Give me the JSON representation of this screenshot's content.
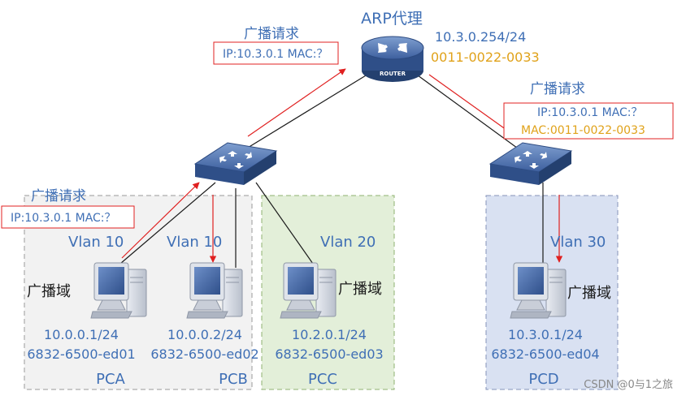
{
  "router": {
    "title": "ARP代理",
    "ip": "10.3.0.254/24",
    "mac": "0011-0022-0033",
    "label": "ROUTER"
  },
  "callouts": [
    {
      "heading": "广播请求",
      "line1": "IP:10.3.0.1 MAC:？",
      "line2": ""
    },
    {
      "heading": "广播请求",
      "line1": "IP:10.3.0.1 MAC:？",
      "line2": "MAC:0011-0022-0033"
    },
    {
      "heading": "广播请求",
      "line1": "IP:10.3.0.1 MAC:？",
      "line2": ""
    }
  ],
  "zones": [
    {
      "vlan": "Vlan 10",
      "domain": "广播域"
    },
    {
      "vlan": "Vlan 10"
    },
    {
      "vlan": "Vlan 20",
      "domain": "广播域"
    },
    {
      "vlan": "Vlan 30",
      "domain": "广播域"
    }
  ],
  "hosts": [
    {
      "name": "PCA",
      "ip": "10.0.0.1/24",
      "mac": "6832-6500-ed01"
    },
    {
      "name": "PCB",
      "ip": "10.0.0.2/24",
      "mac": "6832-6500-ed02"
    },
    {
      "name": "PCC",
      "ip": "10.2.0.1/24",
      "mac": "6832-6500-ed03"
    },
    {
      "name": "PCD",
      "ip": "10.3.0.1/24",
      "mac": "6832-6500-ed04"
    }
  ],
  "watermark": "CSDN @0与1之旅",
  "colors": {
    "label_blue": "#3f6fb5",
    "mac_orange": "#e0a21a",
    "arrow_red": "#e02020",
    "zone_green": "#e3efd9",
    "zone_blue": "#d9e1f2",
    "zone_gray": "#f2f2f2",
    "device_blue": "#3d5f9e"
  },
  "icons": [
    "router-icon",
    "switch-icon",
    "pc-icon"
  ]
}
